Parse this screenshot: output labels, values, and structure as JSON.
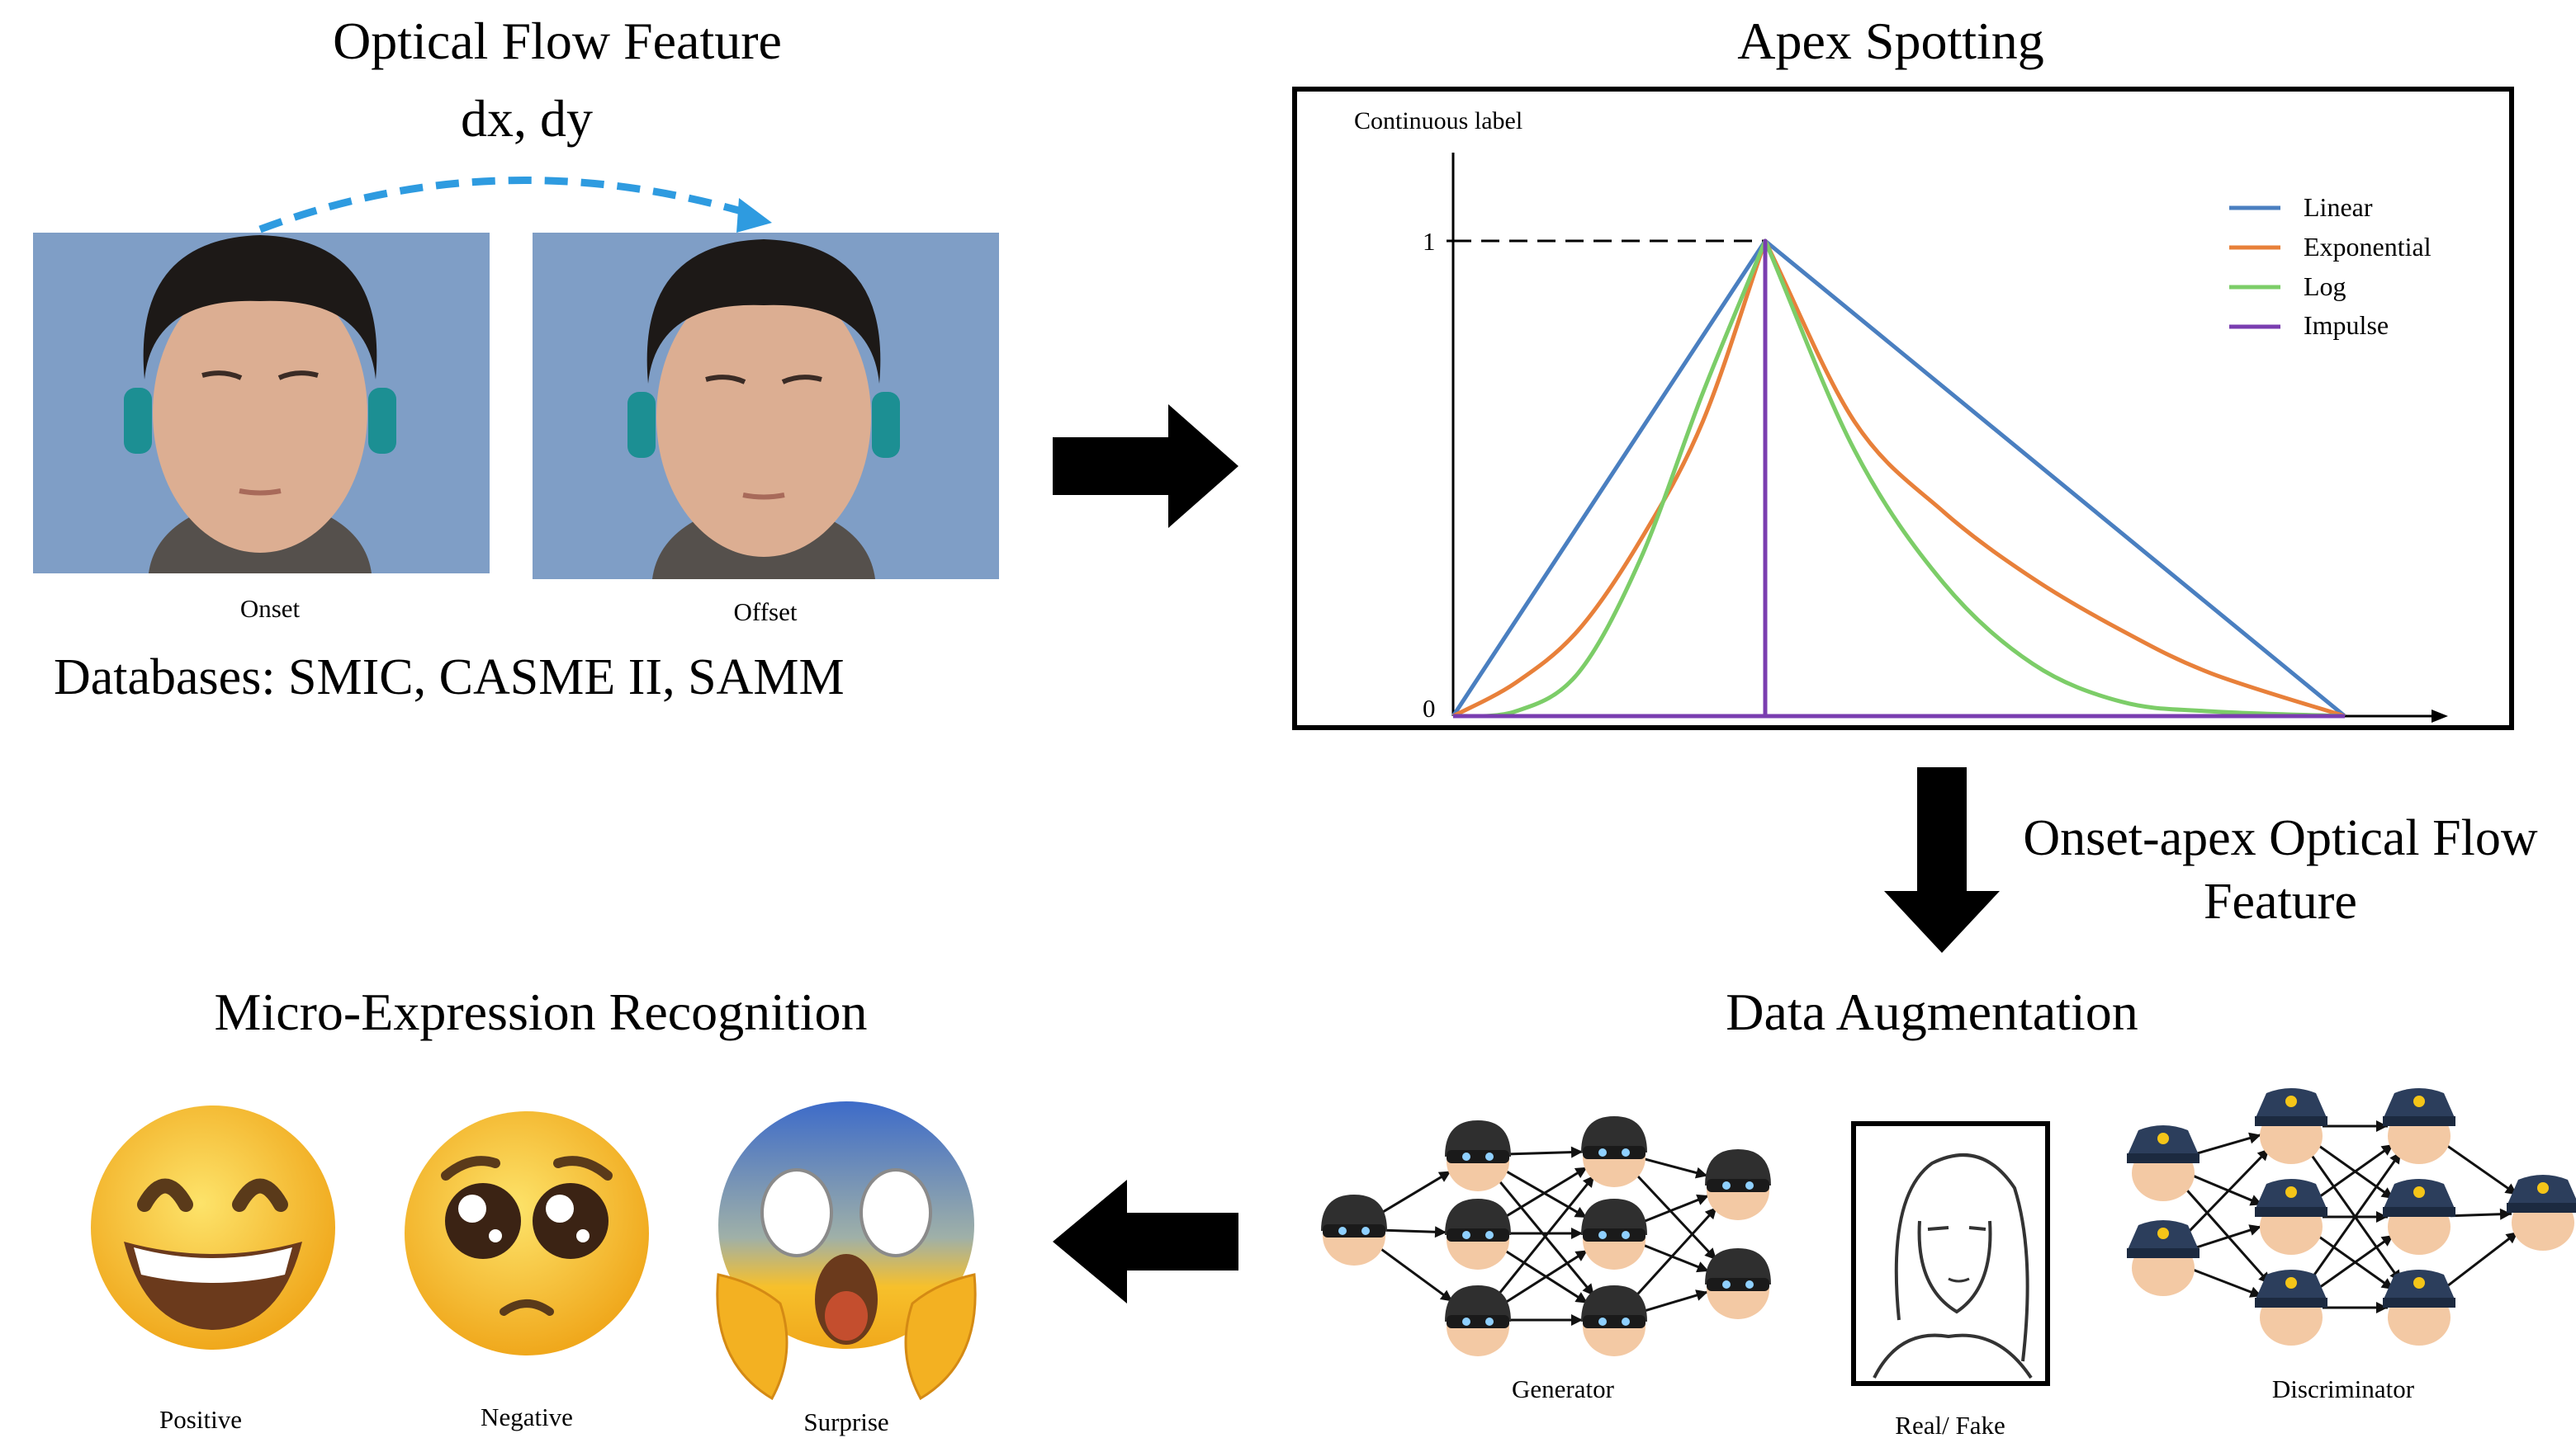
{
  "sections": {
    "optical_flow": {
      "title": "Optical Flow Feature",
      "subtitle": "dx, dy",
      "onset_label": "Onset",
      "offset_label": "Offset",
      "databases": "Databases: SMIC, CASME II, SAMM"
    },
    "apex": {
      "title": "Apex Spotting"
    },
    "arrow_label": {
      "line1": "Onset-apex Optical Flow",
      "line2": "Feature"
    },
    "augmentation": {
      "title": "Data Augmentation",
      "generator_label": "Generator",
      "realfake_label": "Real/ Fake",
      "discriminator_label": "Discriminator"
    },
    "recognition": {
      "title": "Micro-Expression Recognition",
      "classes": [
        "Positive",
        "Negative",
        "Surprise"
      ]
    }
  },
  "chart_data": {
    "type": "line",
    "title": "",
    "ylabel": "Continuous label",
    "xlabel": "",
    "yticks": [
      "0",
      "1"
    ],
    "ylim": [
      0,
      1
    ],
    "xlim": [
      0,
      1
    ],
    "apex_x": 0.35,
    "grid": false,
    "legend_position": "top-right",
    "series": [
      {
        "name": "Linear",
        "color": "#4a7fc0",
        "x": [
          0,
          0.35,
          1.0
        ],
        "y": [
          0,
          1,
          0
        ]
      },
      {
        "name": "Exponential",
        "color": "#e8803a",
        "x": [
          0,
          0.07,
          0.14,
          0.21,
          0.28,
          0.35,
          0.45,
          0.55,
          0.65,
          0.75,
          0.85,
          1.0
        ],
        "y": [
          0,
          0.07,
          0.18,
          0.37,
          0.62,
          1.0,
          0.62,
          0.43,
          0.29,
          0.18,
          0.09,
          0
        ]
      },
      {
        "name": "Log",
        "color": "#7ccd68",
        "x": [
          0,
          0.07,
          0.14,
          0.21,
          0.28,
          0.35,
          0.45,
          0.55,
          0.65,
          0.75,
          0.85,
          1.0
        ],
        "y": [
          0,
          0.01,
          0.09,
          0.33,
          0.68,
          1.0,
          0.56,
          0.28,
          0.11,
          0.03,
          0.01,
          0
        ]
      },
      {
        "name": "Impulse",
        "color": "#7a3db0",
        "x": [
          0,
          0.35,
          0.35,
          0.35,
          1.0
        ],
        "y": [
          0,
          0,
          1,
          0,
          0
        ]
      }
    ]
  },
  "colors": {
    "flow_arrow": "#2e9be0",
    "face_bg": "#7f9ec6",
    "helmet": "#333333",
    "police_cap": "#2c3e5c",
    "skin": "#f3c9a4",
    "emoji_yellow": "#f7c02b",
    "emoji_fear_top": "#3d6bc9"
  },
  "icons": {
    "flow_arrow": "dashed-curved-arrow-icon",
    "process_arrows": [
      "right-arrow-icon",
      "down-arrow-icon",
      "left-arrow-icon"
    ],
    "generator_nodes": "masked-person-icon",
    "discriminator_nodes": "police-officer-icon",
    "real_fake": "mona-lisa-sketch-icon",
    "emojis": [
      "grinning-face-icon",
      "pleading-face-icon",
      "screaming-face-icon"
    ]
  }
}
